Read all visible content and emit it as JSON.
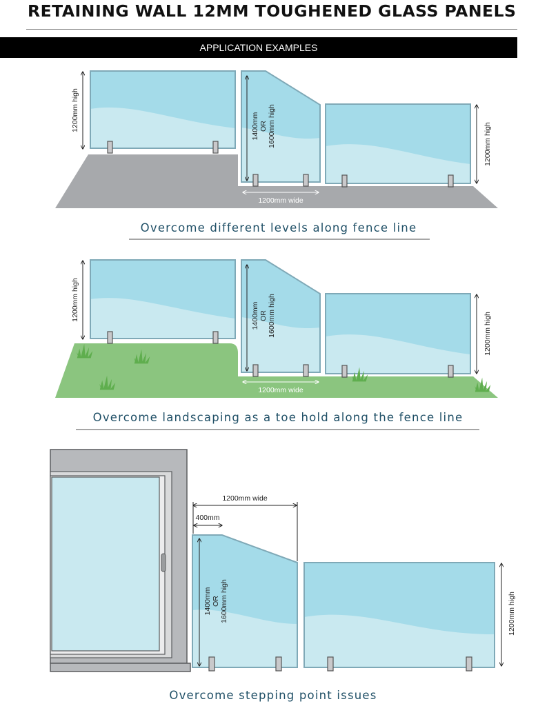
{
  "header": {
    "title": "RETAINING WALL 12MM TOUGHENED GLASS PANELS",
    "section_bar": "APPLICATION EXAMPLES"
  },
  "colors": {
    "glass_top": "#a4dbe9",
    "glass_bottom": "#c9e9f0",
    "glass_edge": "#7fa9b7",
    "concrete": "#a7a9ac",
    "grass": "#8bc57f",
    "grass_tuft": "#5fae4e",
    "caption_text": "#1f4f66",
    "caption_rule": "#888888",
    "door_frame": "#b7b9bc"
  },
  "examples": [
    {
      "caption": "Overcome different levels along fence line",
      "labels": {
        "left_height": "1200mm high",
        "mid_height_l1": "1400mm",
        "mid_height_l2": "OR",
        "mid_height_l3": "1600mm high",
        "right_height": "1200mm high",
        "mid_width": "1200mm wide"
      }
    },
    {
      "caption": "Overcome landscaping as a toe hold along the fence line",
      "labels": {
        "left_height": "1200mm high",
        "mid_height_l1": "1400mm",
        "mid_height_l2": "OR",
        "mid_height_l3": "1600mm high",
        "right_height": "1200mm high",
        "mid_width": "1200mm wide"
      }
    },
    {
      "caption": "Overcome stepping point issues",
      "labels": {
        "total_width": "1200mm wide",
        "step_width": "400mm",
        "height_l1": "1400mm",
        "height_l2": "OR",
        "height_l3": "1600mm high",
        "right_height": "1200mm high"
      }
    }
  ]
}
